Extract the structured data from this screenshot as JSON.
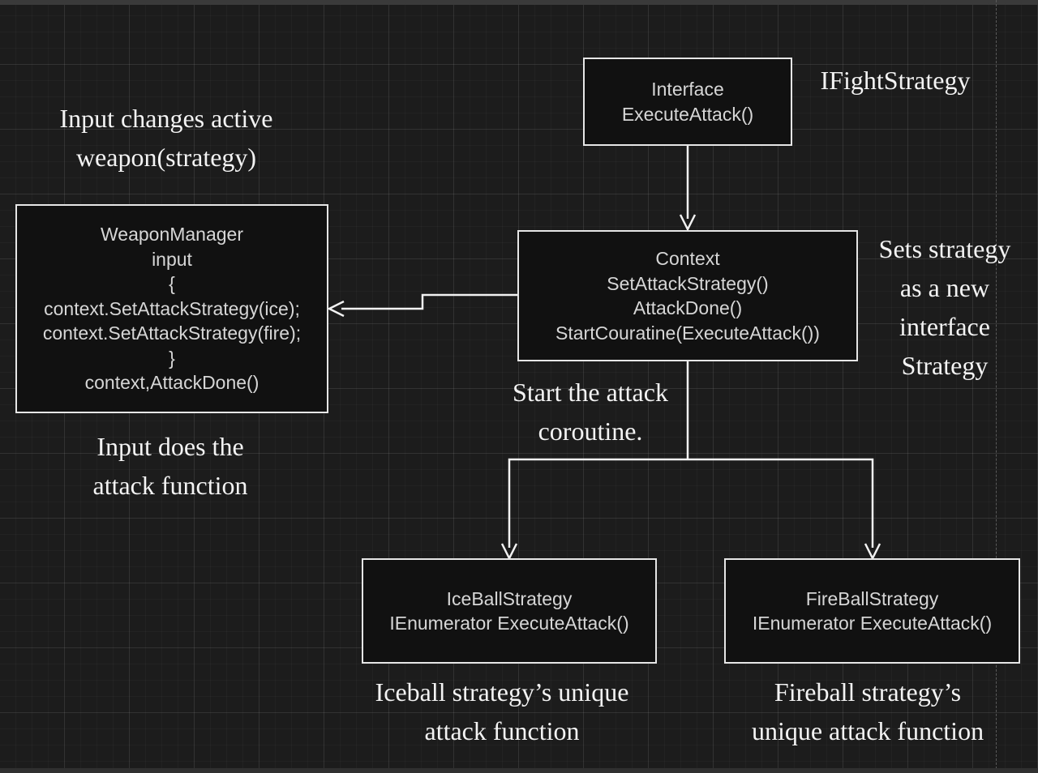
{
  "interface_box": {
    "lines": [
      "Interface",
      "ExecuteAttack()"
    ]
  },
  "interface_note": "IFightStrategy",
  "weapon_note": {
    "lines": [
      "Input changes active",
      "weapon(strategy)"
    ]
  },
  "weapon_box": {
    "lines": [
      "WeaponManager",
      "input",
      "{",
      "context.SetAttackStrategy(ice);",
      "context.SetAttackStrategy(fire);",
      "}",
      "context,AttackDone()"
    ]
  },
  "weapon_bottom_note": {
    "lines": [
      "Input does the",
      "attack function"
    ]
  },
  "context_box": {
    "lines": [
      "Context",
      "SetAttackStrategy()",
      "AttackDone()",
      "StartCouratine(ExecuteAttack())"
    ]
  },
  "context_side_note": {
    "lines": [
      "Sets strategy",
      "as a new",
      "interface",
      "Strategy"
    ]
  },
  "context_bottom_note": {
    "lines": [
      "Start the attack",
      "coroutine."
    ]
  },
  "ice_box": {
    "lines": [
      "IceBallStrategy",
      "IEnumerator ExecuteAttack()"
    ]
  },
  "ice_note": {
    "lines": [
      "Iceball strategy’s unique",
      "attack function"
    ]
  },
  "fire_box": {
    "lines": [
      "FireBallStrategy",
      "IEnumerator ExecuteAttack()"
    ]
  },
  "fire_note": {
    "lines": [
      "Fireball strategy’s",
      "unique attack function"
    ]
  },
  "colors": {
    "background": "#1c1c1c",
    "box_fill": "#111111",
    "stroke": "#e6e6e6",
    "box_text": "#d6d6d6",
    "note_text": "#f3f3f3"
  }
}
